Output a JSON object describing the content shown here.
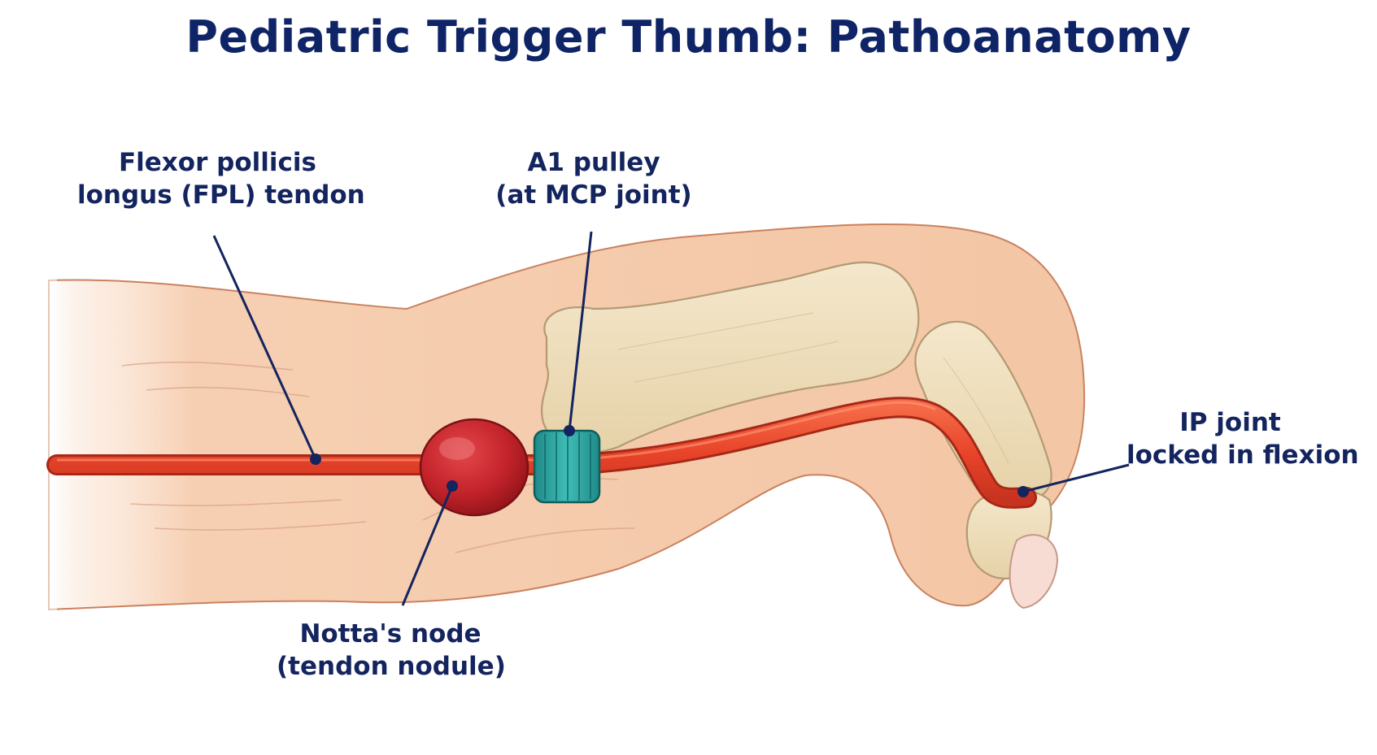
{
  "title": "Pediatric Trigger Thumb: Pathoanatomy",
  "labels": {
    "fpl_tendon": {
      "line1": "Flexor pollicis",
      "line2": "longus (FPL) tendon"
    },
    "a1_pulley": {
      "line1": "A1 pulley",
      "line2": "(at MCP joint)"
    },
    "nottas_node": {
      "line1": "Notta's node",
      "line2": "(tendon nodule)"
    },
    "ip_joint": {
      "line1": "IP joint",
      "line2": "locked in flexion"
    }
  },
  "colors": {
    "title": "#0f2466",
    "label_text": "#13245e",
    "leader_line": "#13245e",
    "skin": "#f6cfb2",
    "skin_outline": "#c9825f",
    "bone": "#efdfbd",
    "bone_outline": "#b39a72",
    "tendon": "#e8492f",
    "nodule": "#c6212b",
    "pulley": "#2aa3a0"
  }
}
